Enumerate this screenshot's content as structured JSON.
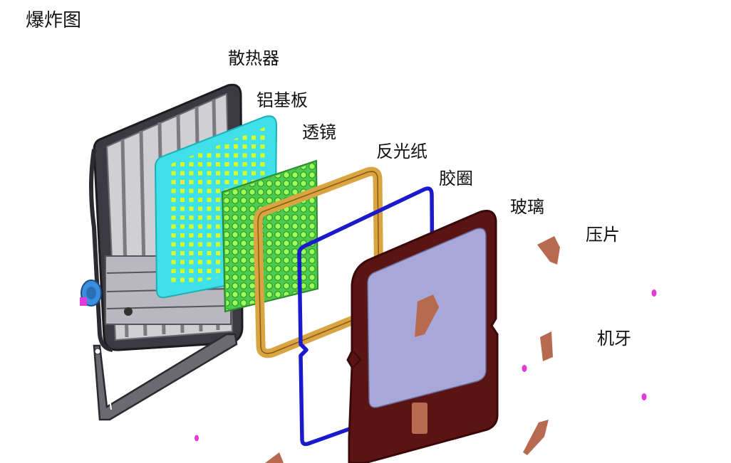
{
  "title": "爆炸图",
  "parts": {
    "heatsink": "散热器",
    "pcb": "铝基板",
    "lens": "透镜",
    "reflector": "反光纸",
    "gasket": "胶圈",
    "glass": "玻璃",
    "pressure_plate": "压片",
    "screw": "机牙"
  },
  "colors": {
    "heatsink_frame": "#3a3a40",
    "heatsink_fins": "#c8c8cc",
    "pcb": "#3fe0e8",
    "led_dot": "#d6ff2a",
    "lens": "#4ec94e",
    "reflector": "#d9a441",
    "gasket": "#1a1acc",
    "glass_frame": "#5a1414",
    "glass_panel": "#a8a8d8",
    "pressure_plate": "#b86a50",
    "screw": "#e23ad8",
    "knob": "#3a8ee0"
  }
}
